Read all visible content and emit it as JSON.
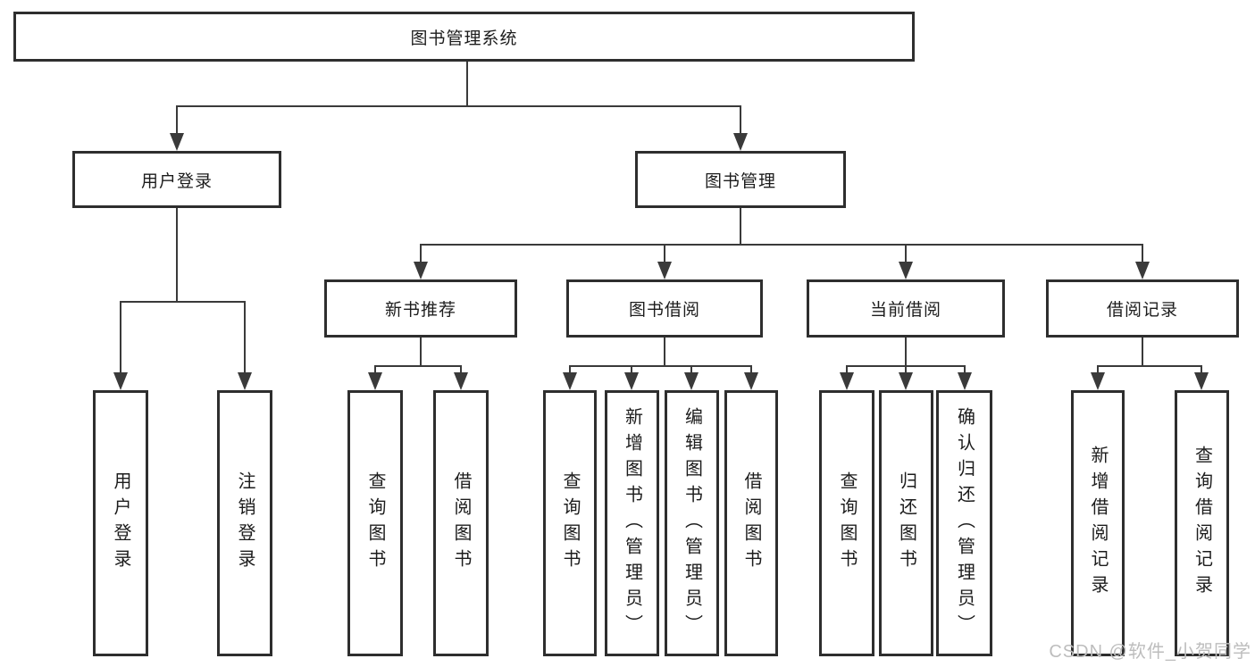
{
  "tree": {
    "label": "图书管理系统",
    "children": [
      {
        "label": "用户登录",
        "children": [
          {
            "label": "用户登录"
          },
          {
            "label": "注销登录"
          }
        ]
      },
      {
        "label": "图书管理",
        "children": [
          {
            "label": "新书推荐",
            "children": [
              {
                "label": "查询图书"
              },
              {
                "label": "借阅图书"
              }
            ]
          },
          {
            "label": "图书借阅",
            "children": [
              {
                "label": "查询图书"
              },
              {
                "label": "新增图书（管理员）"
              },
              {
                "label": "编辑图书（管理员）"
              },
              {
                "label": "借阅图书"
              }
            ]
          },
          {
            "label": "当前借阅",
            "children": [
              {
                "label": "查询图书"
              },
              {
                "label": "归还图书"
              },
              {
                "label": "确认归还（管理员）"
              }
            ]
          },
          {
            "label": "借阅记录",
            "children": [
              {
                "label": "新增借阅记录"
              },
              {
                "label": "查询借阅记录"
              }
            ]
          }
        ]
      }
    ]
  },
  "watermark": "CSDN @软件_小贺同学",
  "colors": {
    "line": "#3a3a3a",
    "box_border": "#2e2e2e",
    "text": "#1c1c1c",
    "watermark": "#bdbdbd",
    "background": "#ffffff"
  }
}
